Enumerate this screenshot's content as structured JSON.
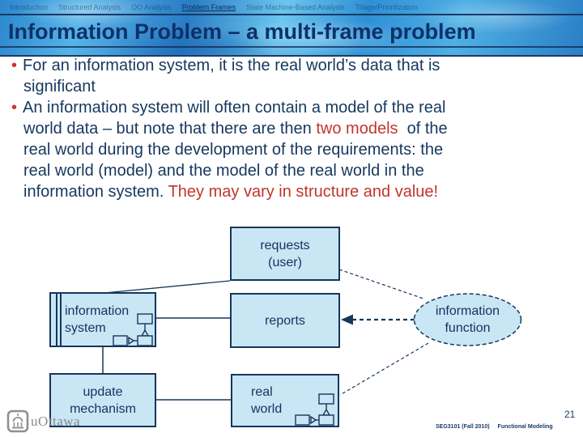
{
  "nav": {
    "items": [
      {
        "label": "Introduction"
      },
      {
        "label": "Structured Analysis"
      },
      {
        "label": "OO Analysis"
      },
      {
        "label": "Problem Frames"
      },
      {
        "label": "State Machine-Based Analysis"
      },
      {
        "label": "Triage/Prioritization"
      }
    ],
    "active_item": "Problem Frames"
  },
  "header": {
    "title": "Information Problem – a multi-frame problem"
  },
  "body": {
    "bullet1": {
      "line1": "For an information system, it is the real world’s data that is",
      "line2": "significant"
    },
    "bullet2": {
      "line1": "An information system will often contain a model of the real",
      "line2_pre": "world data – but note that there are then ",
      "line2_red": "two models",
      "line2_post": "  of the",
      "line3": "real world during the development of the requirements: the",
      "line4": "real world (model) and the model of the real world in the",
      "line5_pre": "information system. ",
      "line5_red": "They may vary in structure and value!"
    }
  },
  "diagram": {
    "nodes": {
      "requests": {
        "line1": "requests",
        "line2": "(user)"
      },
      "information_system": {
        "line1": "information",
        "line2": "system"
      },
      "reports": {
        "line1": "reports"
      },
      "update_mechanism": {
        "line1": "update",
        "line2": "mechanism"
      },
      "real_world": {
        "line1": "real",
        "line2": "world"
      },
      "information_function": {
        "line1": "information",
        "line2": "function"
      }
    }
  },
  "footer": {
    "course_code": "SEG3101 (Fall 2010)",
    "course_topic": "Functional Modeling",
    "page_number": "21",
    "logo_text": "uOttawa"
  },
  "colors": {
    "accent_red": "#c0362c",
    "text_navy": "#16375e",
    "box_fill": "#c9e6f5",
    "box_border": "#16365c"
  }
}
